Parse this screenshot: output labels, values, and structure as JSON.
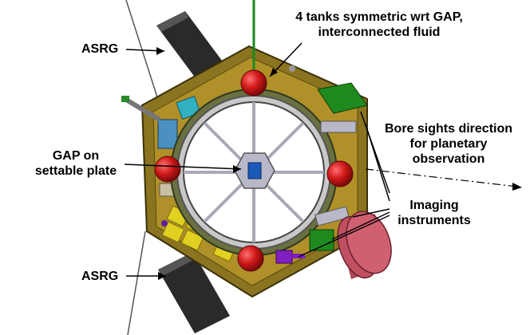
{
  "labels": {
    "asrg_top": "ASRG",
    "asrg_bottom": "ASRG",
    "tanks_line1": "4 tanks symmetric wrt GAP,",
    "tanks_line2": "interconnected fluid",
    "bore_line1": "Bore sights direction",
    "bore_line2": "for planetary",
    "bore_line3": "observation",
    "gap_line1": "GAP on",
    "gap_line2": "settable plate",
    "imaging_line1": "Imaging",
    "imaging_line2": "instruments"
  },
  "colors": {
    "hexagon_body": "#8a7420",
    "hexagon_inner": "#b09028",
    "tank_red": "#d01818",
    "asrg_panel": "#2a2a2a",
    "green_box": "#1e8a1e",
    "cylinder": "#c05060",
    "gap_blue": "#1a5ab8",
    "yellow_blocks": "#e0d020",
    "cyan_box": "#30b0c0"
  }
}
